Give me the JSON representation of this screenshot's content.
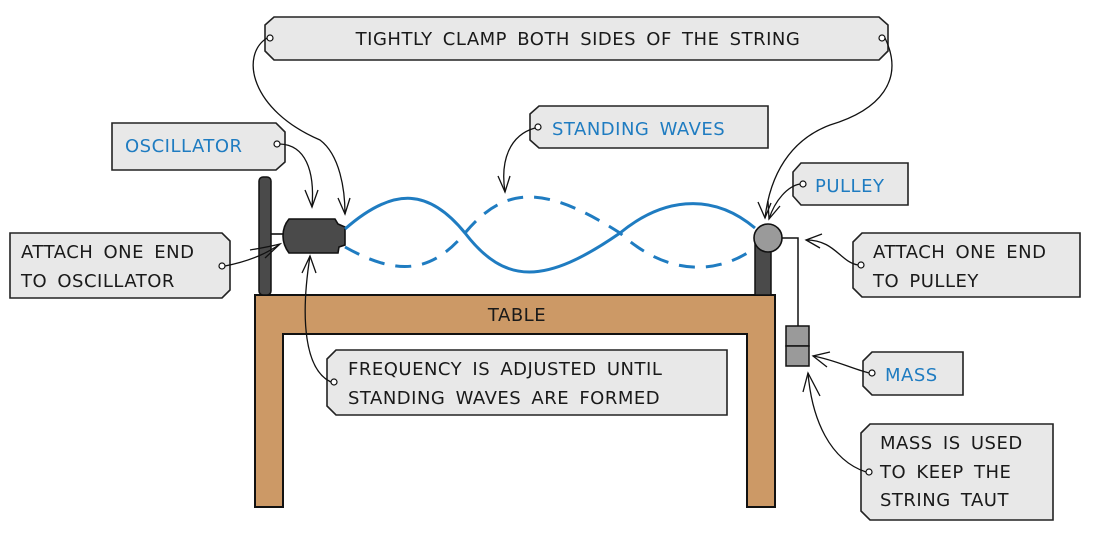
{
  "title": "Standing waves on a string experiment setup",
  "colors": {
    "wave": "#1f7cc1",
    "table": "#cc9966",
    "equipment_dark": "#4a4a4a",
    "equipment_light": "#9a9a9a",
    "tag_fill": "#e8e8e8",
    "highlight_text": "#1f7cc1"
  },
  "labels": {
    "clamp": "TIGHTLY CLAMP BOTH SIDES OF THE STRING",
    "oscillator": "OSCILLATOR",
    "standing_waves": "STANDING WAVES",
    "pulley": "PULLEY",
    "attach_oscillator": [
      "ATTACH ONE END",
      "TO OSCILLATOR"
    ],
    "attach_pulley": [
      "ATTACH ONE END",
      "TO PULLEY"
    ],
    "table": "TABLE",
    "frequency": [
      "FREQUENCY IS ADJUSTED UNTIL",
      "STANDING WAVES ARE FORMED"
    ],
    "mass": "MASS",
    "mass_used": [
      "MASS IS USED",
      "TO KEEP THE",
      "STRING TAUT"
    ]
  }
}
